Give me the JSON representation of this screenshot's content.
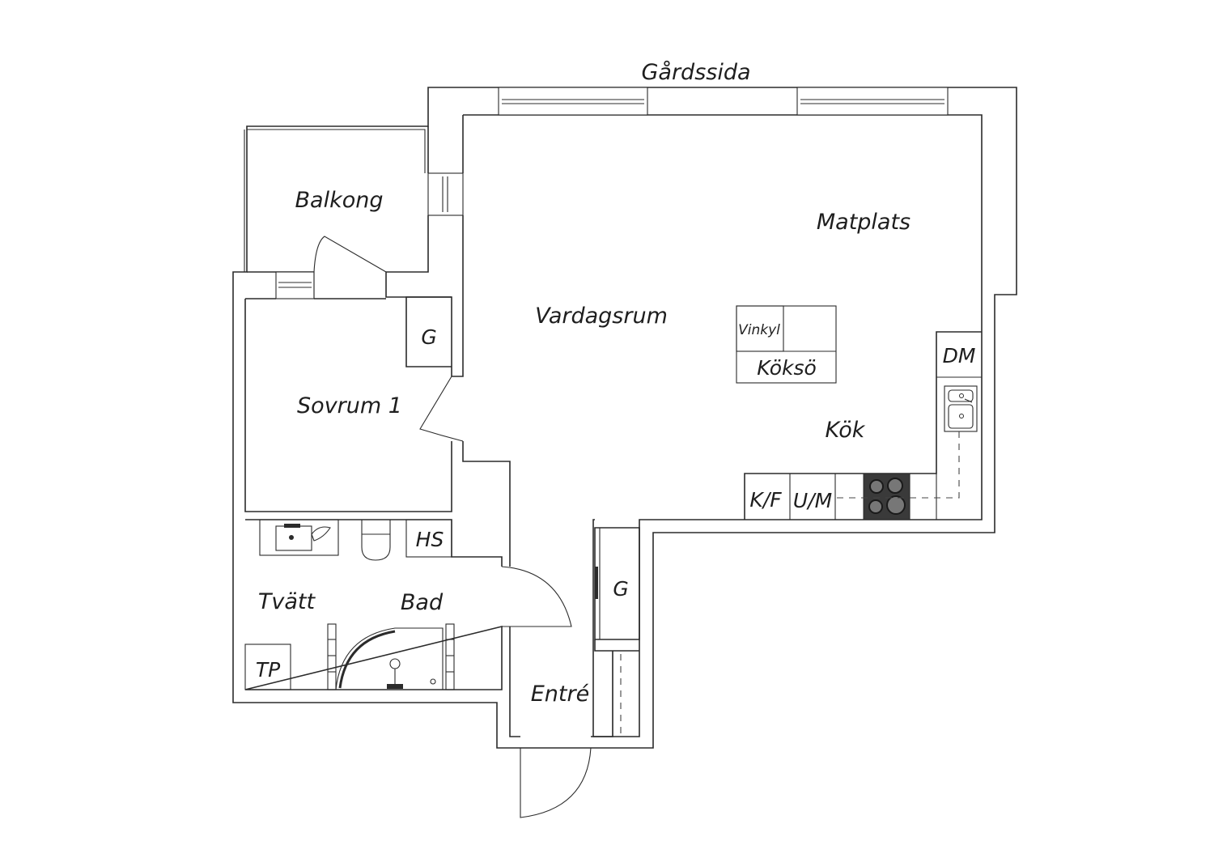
{
  "labels": {
    "courtyard_side": "Gårdssida",
    "balcony": "Balkong",
    "dining": "Matplats",
    "living_room": "Vardagsrum",
    "bedroom": "Sovrum 1",
    "kitchen": "Kök",
    "kitchen_island": "Köksö",
    "wine_cooler": "Vinkyl",
    "dishwasher": "DM",
    "fridge_freezer": "K/F",
    "oven_microwave": "U/M",
    "wardrobe_bedroom": "G",
    "wardrobe_hall": "G",
    "hat_shelf": "HS",
    "laundry": "Tvätt",
    "bath": "Bad",
    "dryer": "TP",
    "entrance": "Entré"
  }
}
